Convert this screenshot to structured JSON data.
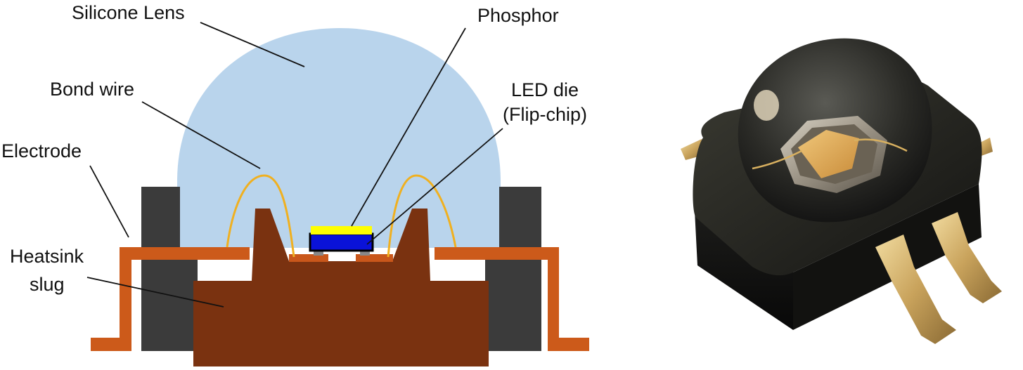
{
  "labels": {
    "silicone_lens": "Silicone Lens",
    "phosphor": "Phosphor",
    "bond_wire": "Bond wire",
    "led_die_line1": "LED die",
    "led_die_line2": "(Flip-chip)",
    "electrode": "Electrode",
    "heatsink_line1": "Heatsink",
    "heatsink_line2": "slug"
  },
  "colors": {
    "lens": "#b9d4ec",
    "housing": "#3b3b3b",
    "electrode": "#cc5a1a",
    "heatsink": "#7a3210",
    "pad": "#c9571b",
    "phosphor": "#ffff00",
    "die": "#0a12d8",
    "wire": "#f0b020",
    "leader": "#111111"
  }
}
